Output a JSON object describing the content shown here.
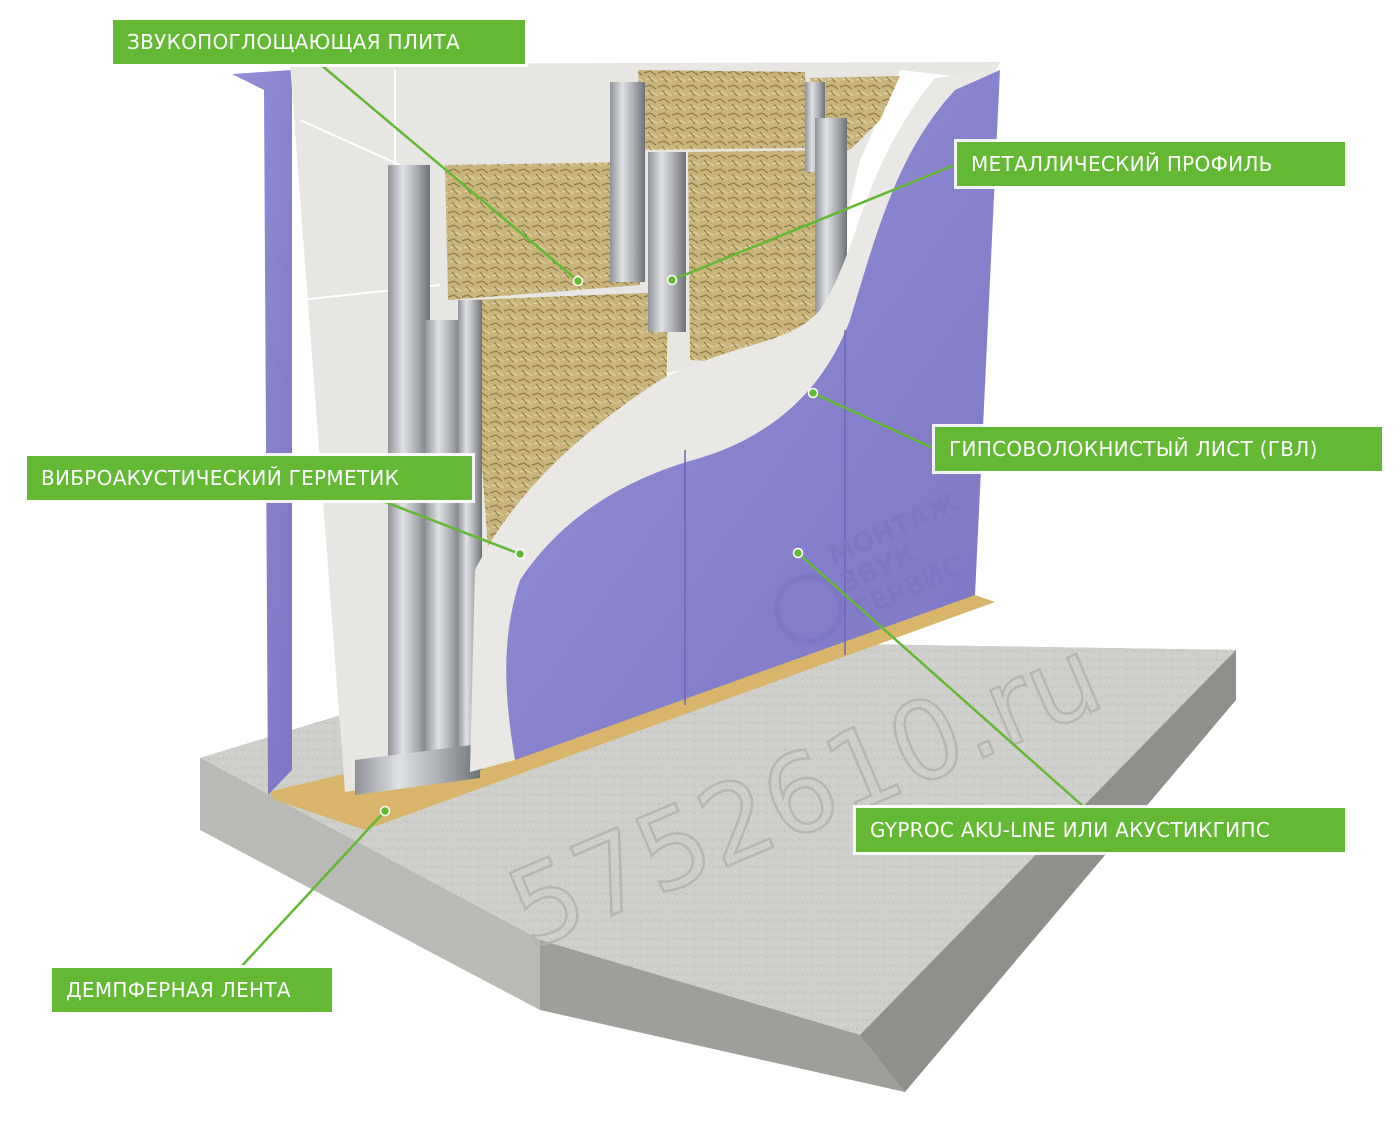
{
  "labels": {
    "sound_absorbing_plate": "ЗВУКОПОГЛОЩАЮЩАЯ ПЛИТА",
    "metal_profile": "МЕТАЛЛИЧЕСКИЙ ПРОФИЛЬ",
    "gypsum_fiber_sheet": "ГИПСОВОЛОКНИСТЫЙ ЛИСТ (ГВЛ)",
    "vibro_sealant": "ВИБРОАКУСТИЧЕСКИЙ ГЕРМЕТИК",
    "gyproc_board": "GYPROC AKU-LINE ИЛИ АКУСТИКГИПС",
    "damper_tape": "ДЕМПФЕРНАЯ ЛЕНТА"
  },
  "watermark": {
    "brand_line1": "МОНТАЖ",
    "brand_line2": "ЗВУК",
    "brand_line3": "СЕРВИС",
    "phone": "5752610.ru"
  },
  "colors": {
    "callout_green": "#63b934",
    "board_purple": "#8a84cf",
    "gvl_gray": "#e6e5e2",
    "mineral_wool": "#c8b27a",
    "concrete": "#cfcfcc",
    "damper_tape": "#d8b56a"
  }
}
